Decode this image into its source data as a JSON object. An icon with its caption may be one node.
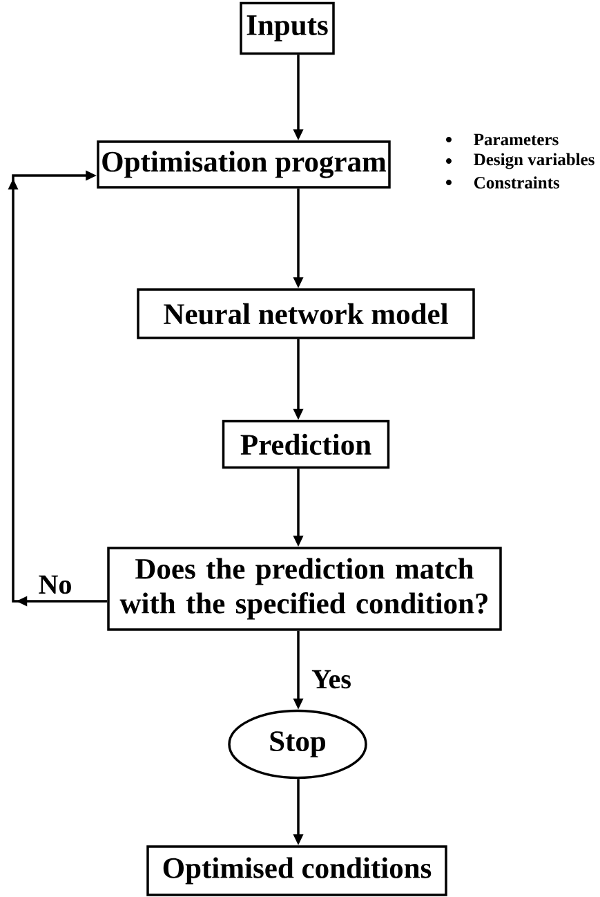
{
  "diagram": {
    "nodes": [
      {
        "text": [
          "Inputs"
        ]
      },
      {
        "text": [
          "Optimisation program"
        ],
        "beside": [
          "Parameters",
          "Design variables",
          "Constraints"
        ]
      },
      {
        "text": [
          "Neural network model"
        ]
      },
      {
        "text": [
          "Prediction"
        ]
      },
      {
        "text": [
          "Does the prediction match with the specified condition?"
        ]
      },
      {
        "text": [
          "Stop"
        ]
      },
      {
        "text": [
          "Optimised conditions"
        ]
      }
    ],
    "edges": [
      {
        "from": 0,
        "to": 1,
        "arrow": "to"
      },
      {
        "from": 1,
        "to": 2,
        "arrow": "to"
      },
      {
        "from": 2,
        "to": 3,
        "arrow": "to"
      },
      {
        "from": 3,
        "to": 4,
        "arrow": "to"
      },
      {
        "from": 4,
        "to": 1,
        "arrow": "to",
        "label": "No"
      },
      {
        "from": 4,
        "to": 5,
        "arrow": "to",
        "label": "Yes"
      },
      {
        "from": 5,
        "to": 6,
        "arrow": "to"
      }
    ]
  }
}
